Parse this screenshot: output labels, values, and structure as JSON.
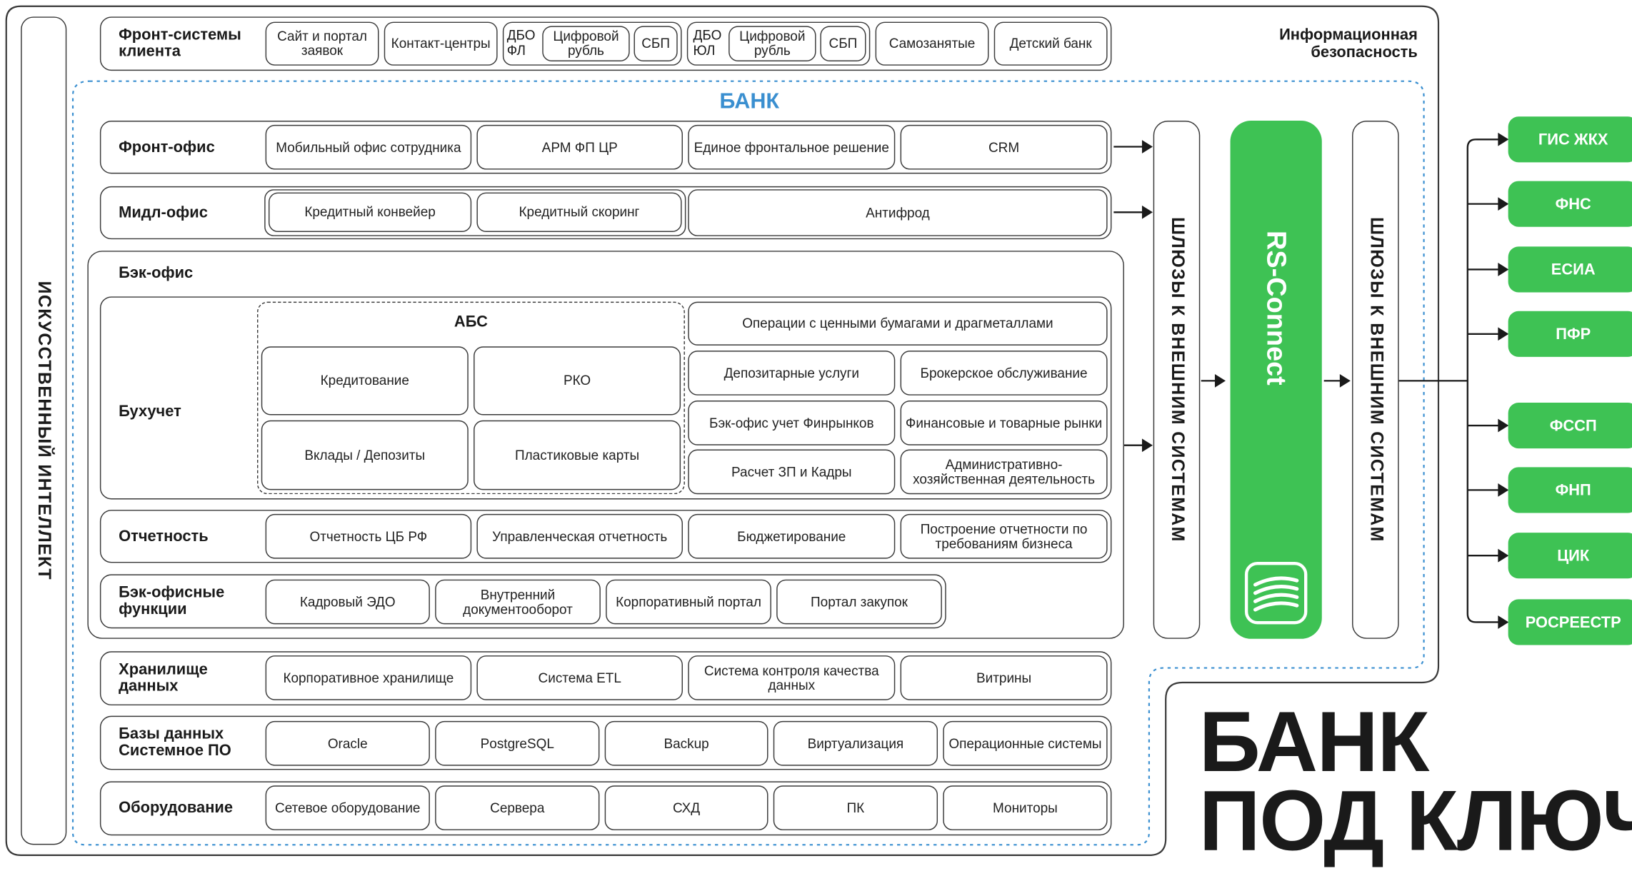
{
  "infosec": "Информационная безопасность",
  "ai": "ИСКУССТВЕННЫЙ ИНТЕЛЛЕКТ",
  "bank_title": "БАНК",
  "headline": [
    "БАНК",
    "ПОД КЛЮЧ"
  ],
  "front_systems": {
    "label": "Фронт-системы клиента",
    "items": [
      "Сайт и портал заявок",
      "Контакт-центры",
      "ДБО ФЛ",
      "Цифровой рубль",
      "СБП",
      "ДБО ЮЛ",
      "Цифровой рубль",
      "СБП",
      "Самозанятые",
      "Детский банк"
    ]
  },
  "front_office": {
    "label": "Фронт-офис",
    "items": [
      "Мобильный офис сотрудника",
      "АРМ ФП ЦР",
      "Единое фронтальное решение",
      "CRM"
    ]
  },
  "mid_office": {
    "label": "Мидл-офис",
    "items": [
      "Кредитный конвейер",
      "Кредитный скоринг",
      "Антифрод"
    ]
  },
  "back_office": {
    "label": "Бэк-офис",
    "accounting": {
      "label": "Бухучет",
      "abs": {
        "label": "АБС",
        "items": [
          "Кредитование",
          "РКО",
          "Вклады / Депозиты",
          "Пластиковые карты"
        ]
      },
      "items": [
        "Операции с ценными бумагами и драгметаллами",
        "Депозитарные услуги",
        "Брокерское обслуживание",
        "Бэк-офис учет Финрынков",
        "Финансовые и товарные рынки",
        "Расчет ЗП и Кадры",
        "Административно-хозяйственная деятельность"
      ]
    },
    "reporting": {
      "label": "Отчетность",
      "items": [
        "Отчетность ЦБ РФ",
        "Управленческая отчетность",
        "Бюджетирование",
        "Построение отчетности по требованиям бизнеса"
      ]
    },
    "functions": {
      "label": "Бэк-офисные функции",
      "items": [
        "Кадровый ЭДО",
        "Внутренний документооборот",
        "Корпоративный портал",
        "Портал закупок"
      ]
    }
  },
  "storage": {
    "label": "Хранилище данных",
    "items": [
      "Корпоративное хранилище",
      "Система ETL",
      "Система контроля качества данных",
      "Витрины"
    ]
  },
  "databases": {
    "label": "Базы данных Системное ПО",
    "items": [
      "Oracle",
      "PostgreSQL",
      "Backup",
      "Виртуализация",
      "Операционные системы"
    ]
  },
  "hardware": {
    "label": "Оборудование",
    "items": [
      "Сетевое оборудование",
      "Сервера",
      "СХД",
      "ПК",
      "Мониторы"
    ]
  },
  "gateways": "ШЛЮЗЫ К ВНЕШНИМ СИСТЕМАМ",
  "rs_connect": "RS-Connect",
  "external": [
    "ГИС ЖКХ",
    "ФНС",
    "ЕСИА",
    "ПФР",
    "ФССП",
    "ФНП",
    "ЦИК",
    "РОСРЕЕСТР"
  ],
  "colors": {
    "green": "#3ec254",
    "blue_accent": "#3a8fd0",
    "border": "#3a3a3a"
  }
}
